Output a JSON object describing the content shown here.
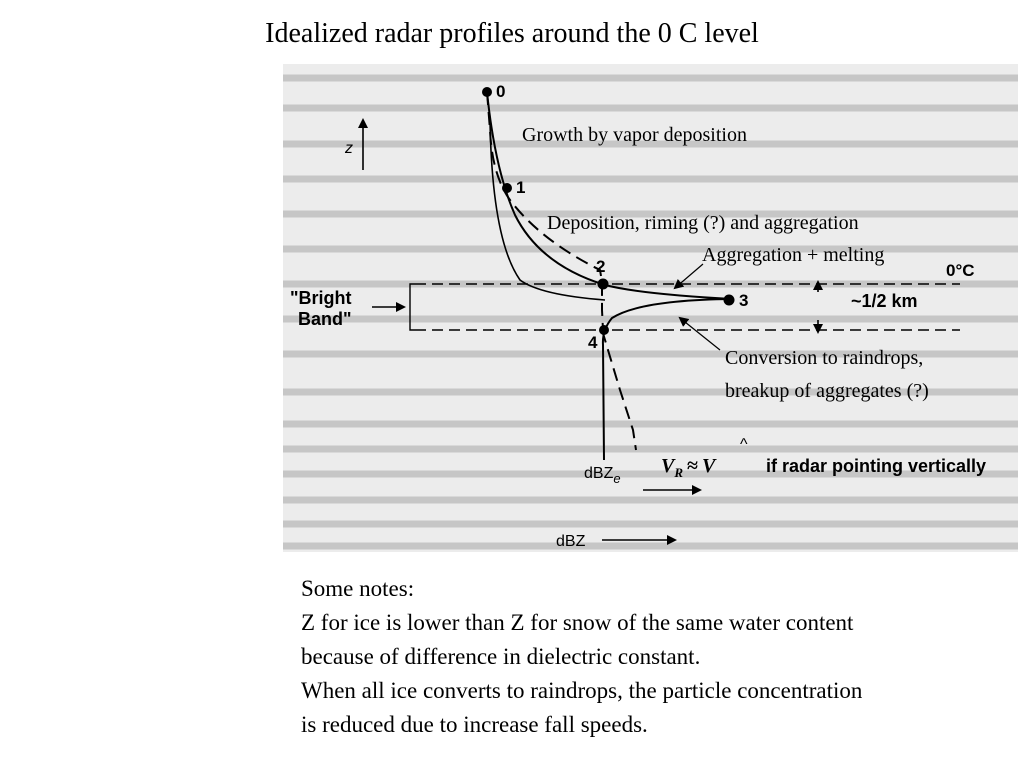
{
  "title": "Idealized radar profiles around the 0 C level",
  "diagram": {
    "axis_z": "z",
    "axis_dbz": "dBZ",
    "axis_dbze": "dBZ",
    "axis_dbze_sub": "e",
    "points": [
      "0",
      "1",
      "2",
      "3",
      "4"
    ],
    "bright_band_line1": "\"Bright",
    "bright_band_line2": "Band\"",
    "zero_c": "0°C",
    "depth": "~1/2 km",
    "vr_left": "V",
    "vr_sub": "R",
    "vr_approx": "≈",
    "vr_v": "V",
    "vr_text": "if radar pointing vertically",
    "annotations": {
      "growth": "Growth by vapor deposition",
      "deposition": "Deposition, riming (?) and aggregation",
      "aggregation": "Aggregation + melting",
      "conversion_line1": "Conversion to raindrops,",
      "conversion_line2": "breakup of aggregates (?)"
    }
  },
  "notes": {
    "heading": "Some notes:",
    "lines": [
      "Z for ice is lower than Z for snow of the same water content",
      "because of difference in dielectric constant.",
      "When all ice converts to raindrops, the particle concentration",
      "is reduced due to increase fall speeds."
    ]
  }
}
